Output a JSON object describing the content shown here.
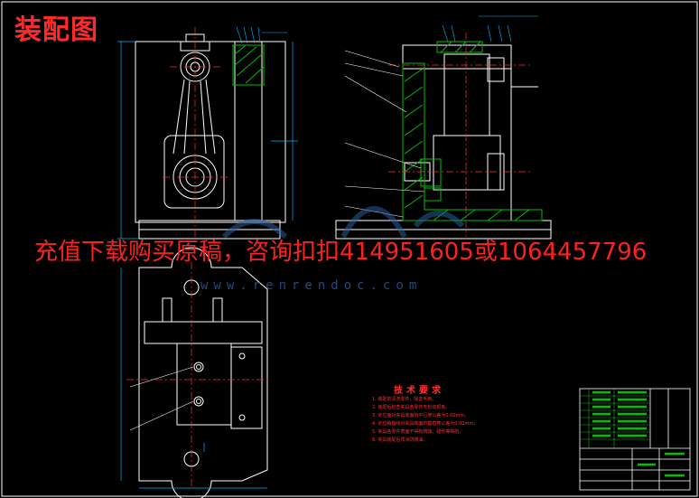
{
  "header": {
    "title": "装配图"
  },
  "banner": {
    "text": "充值下载购买原稿，咨询扣扣414951605或1064457796"
  },
  "watermark": {
    "text": "www.renrendoc.com"
  },
  "tech_requirements": {
    "title": "技术要求",
    "items": [
      "1. 装配前清洗零件，除去毛刺。",
      "2. 装配后检查夹具各零件无松动现象。",
      "3. 定位面对夹具底面的平行度公差为0.02mm。",
      "4. 定位销轴线对夹具底面的垂直度公差为0.02mm。",
      "5. 夹具各零件表面不得有锈蚀、碰伤等缺陷。",
      "6. 夹具装配后须涂防锈油。"
    ]
  },
  "colors": {
    "background": "#000000",
    "outline": "#ffffff",
    "hatch_green": "#00c000",
    "dim_blue": "#00b4ff",
    "text_red": "#ff2a2a",
    "centerline": "#ff3030",
    "watermark": "#2a5d9a"
  }
}
